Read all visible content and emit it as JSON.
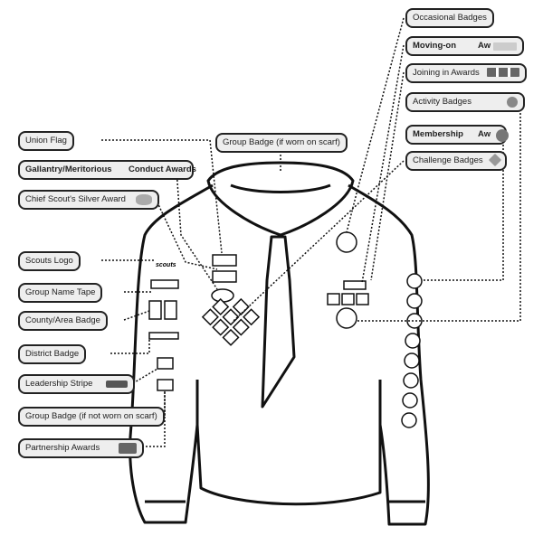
{
  "left_labels": {
    "union_flag": "Union Flag",
    "gallantry": "Gallantry/Meritorious",
    "gallantry2": "Conduct Awards",
    "chief_scout": "Chief Scout's Silver Award",
    "scouts_logo": "Scouts Logo",
    "group_name_tape": "Group Name Tape",
    "county_badge": "County/Area Badge",
    "district_badge": "District Badge",
    "leadership_stripe": "Leadership Stripe",
    "group_badge_not_scarf": "Group Badge   (if not worn on scarf)",
    "partnership": "Partnership Awards"
  },
  "center_labels": {
    "group_badge_scarf": "Group Badge   (if worn on scarf)"
  },
  "right_labels": {
    "occasional": "Occasional Badges",
    "moving_on": "Moving-on",
    "moving_on2": "Aw",
    "joining_in": "Joining in Awards",
    "activity": "Activity Badges",
    "membership": "Membership",
    "membership2": "Aw",
    "challenge": "Challenge Badges"
  },
  "logo_text": "scouts"
}
